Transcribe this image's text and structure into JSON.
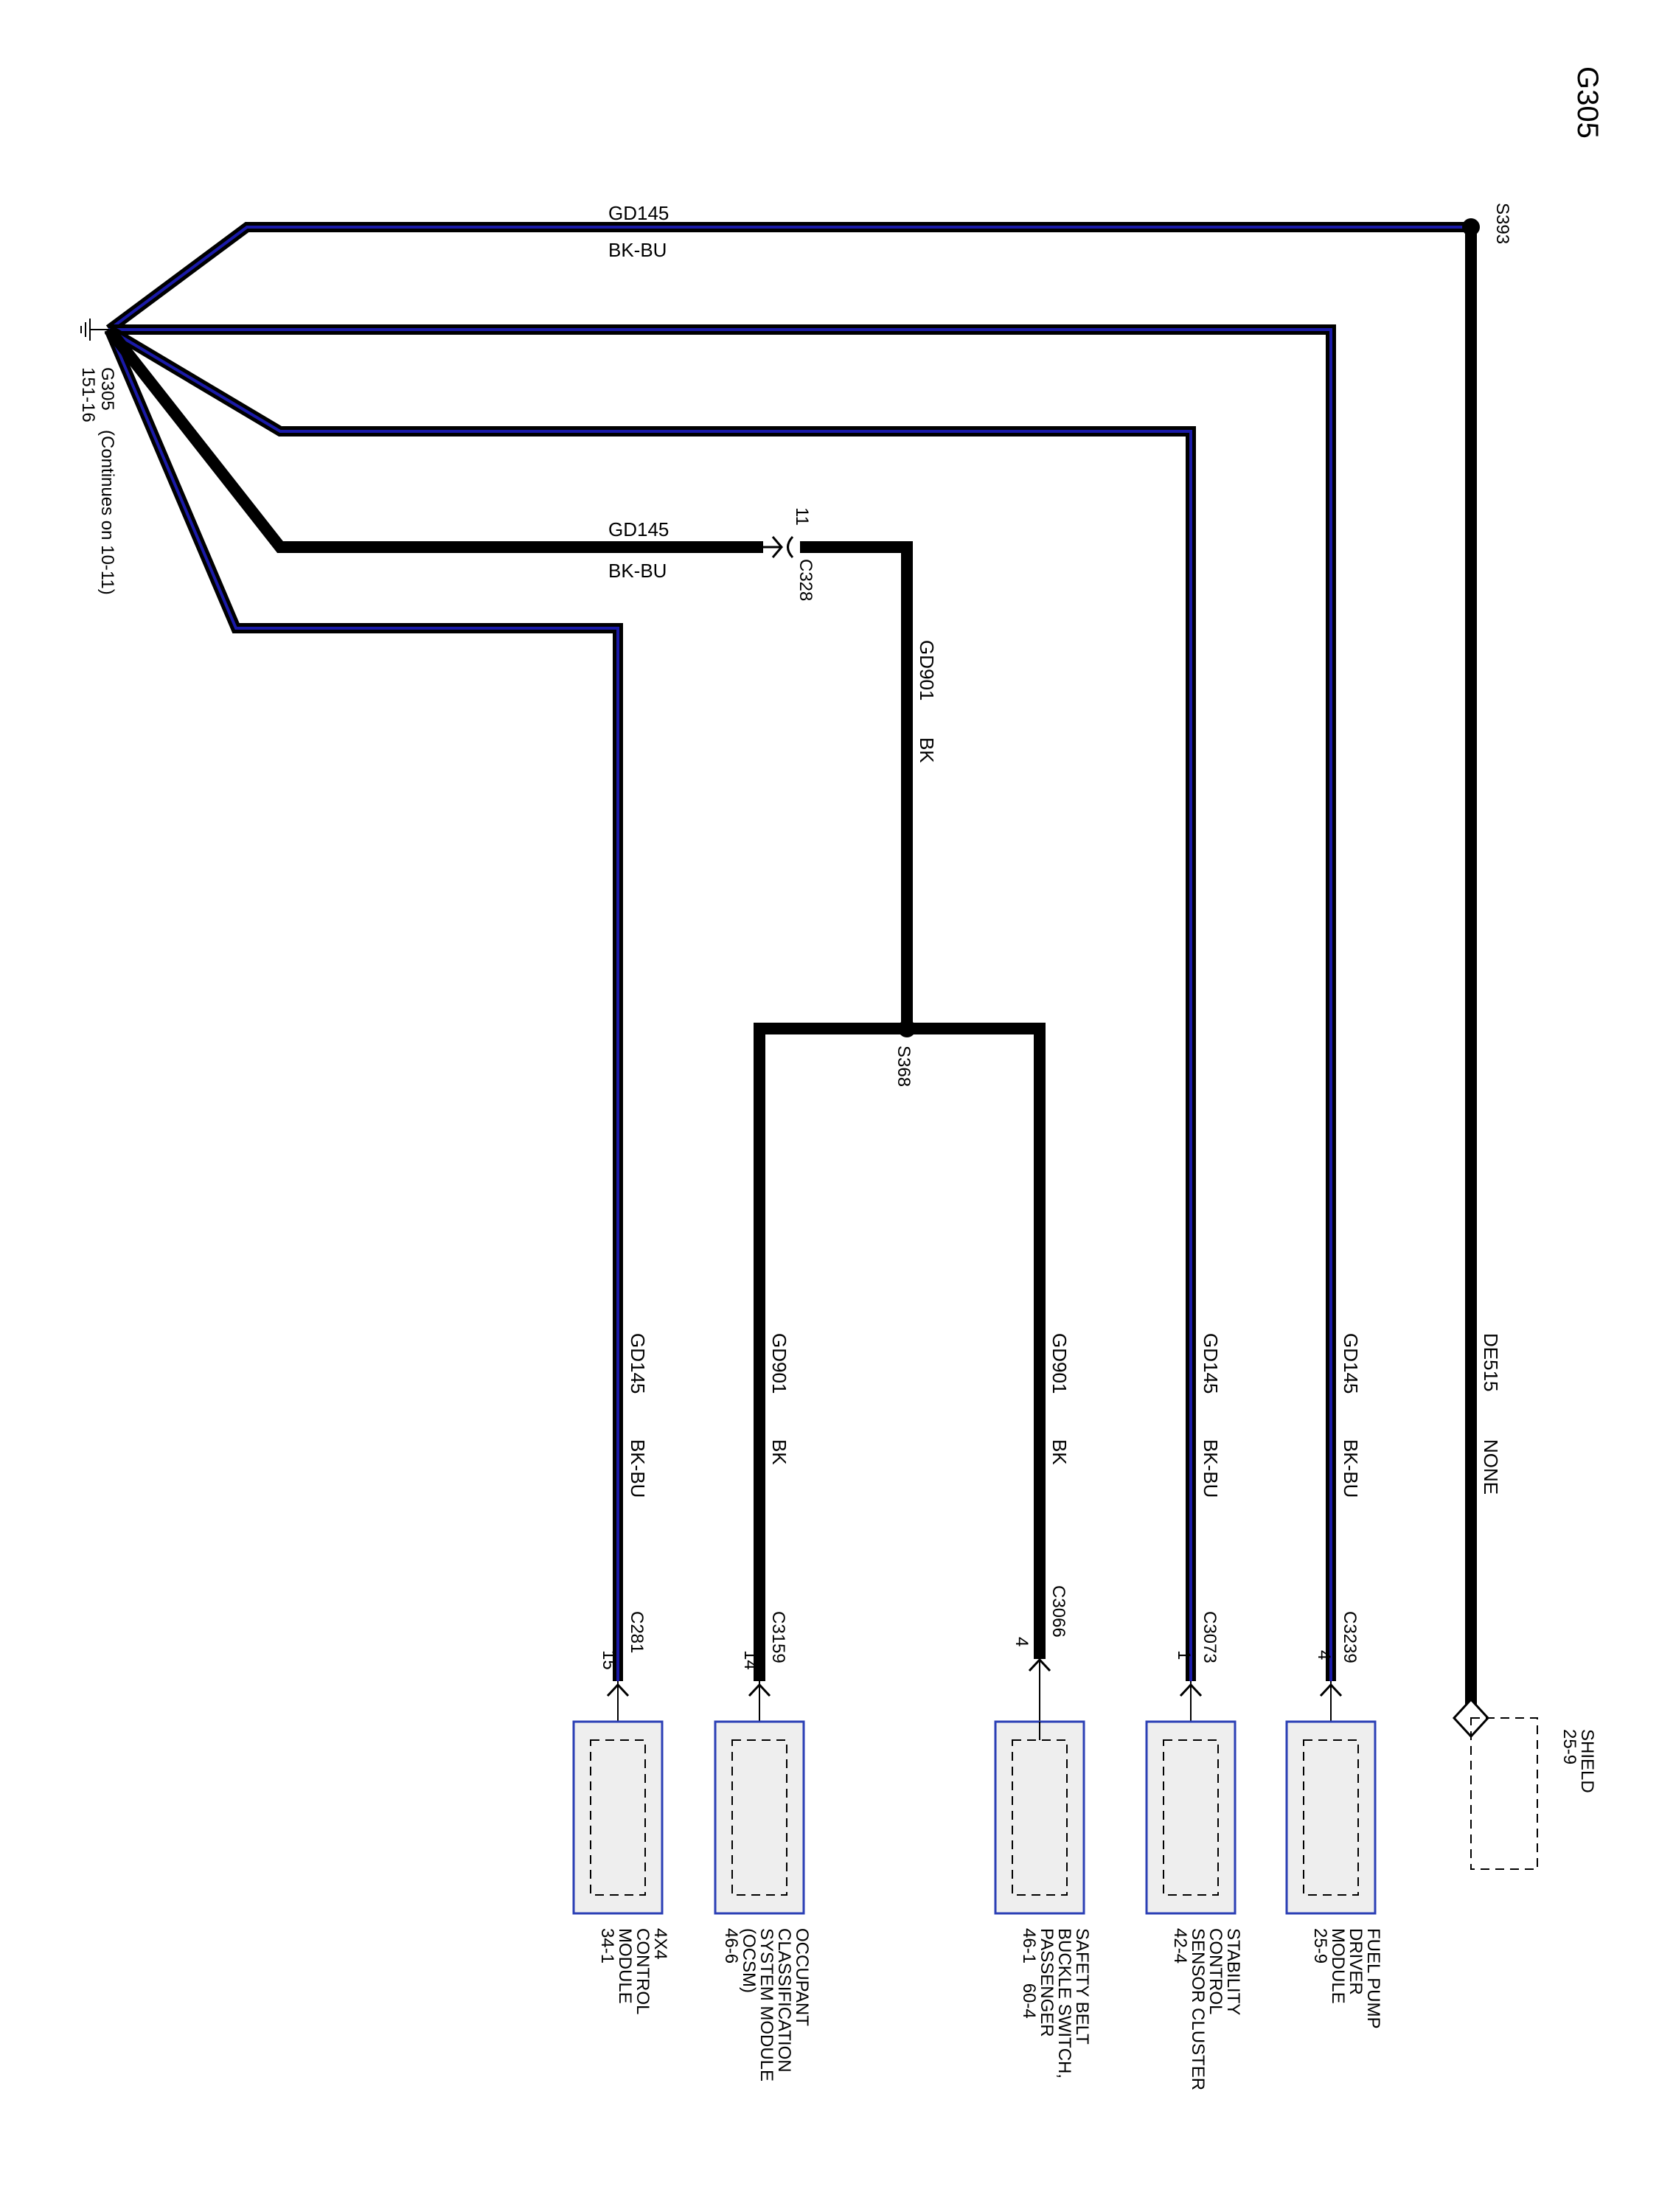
{
  "page": {
    "title": "G305"
  },
  "ground": {
    "label": "G305",
    "ref": "151-16",
    "note": "(Continues on 10-11)"
  },
  "splices": [
    {
      "id": "s393",
      "label": "S393"
    },
    {
      "id": "s368",
      "label": "S368"
    }
  ],
  "inline_connector": {
    "label": "C328",
    "pin": "11"
  },
  "wires": {
    "top": {
      "circuit": "GD145",
      "color": "BK-BU"
    },
    "c328_in": {
      "circuit": "GD145",
      "color": "BK-BU"
    },
    "c328_out": {
      "circuit": "GD901",
      "color": "BK"
    },
    "shield": {
      "circuit": "DE515",
      "color": "NONE"
    }
  },
  "components": [
    {
      "id": "shield",
      "name_lines": [
        "SHIELD",
        "25-9"
      ],
      "connector": "",
      "pin": "",
      "circuit": "DE515",
      "color": "NONE"
    },
    {
      "id": "fuel-pump",
      "name_lines": [
        "FUEL PUMP",
        "DRIVER",
        "MODULE",
        "25-9"
      ],
      "connector": "C3239",
      "pin": "4",
      "circuit": "GD145",
      "color": "BK-BU"
    },
    {
      "id": "stability",
      "name_lines": [
        "STABILITY",
        "CONTROL",
        "SENSOR CLUSTER",
        "42-4"
      ],
      "connector": "C3073",
      "pin": "1",
      "circuit": "GD145",
      "color": "BK-BU"
    },
    {
      "id": "seatbelt",
      "name_lines": [
        "SAFETY BELT",
        "BUCKLE SWITCH,",
        "PASSENGER",
        "46-1    60-4"
      ],
      "connector": "C3066",
      "pin": "4",
      "circuit": "GD901",
      "color": "BK"
    },
    {
      "id": "ocsm",
      "name_lines": [
        "OCCUPANT",
        "CLASSIFICATION",
        "SYSTEM MODULE",
        "(OCSM)",
        "46-6"
      ],
      "connector": "C3159",
      "pin": "14",
      "circuit": "GD901",
      "color": "BK"
    },
    {
      "id": "4x4",
      "name_lines": [
        "4X4",
        "CONTROL",
        "MODULE",
        "34-1"
      ],
      "connector": "C281",
      "pin": "15",
      "circuit": "GD145",
      "color": "BK-BU"
    }
  ],
  "colors": {
    "wire_black": "#000000",
    "wire_blue": "#1a1aa8",
    "module_fill": "#eeeeee",
    "module_border": "#2b3fb5"
  }
}
